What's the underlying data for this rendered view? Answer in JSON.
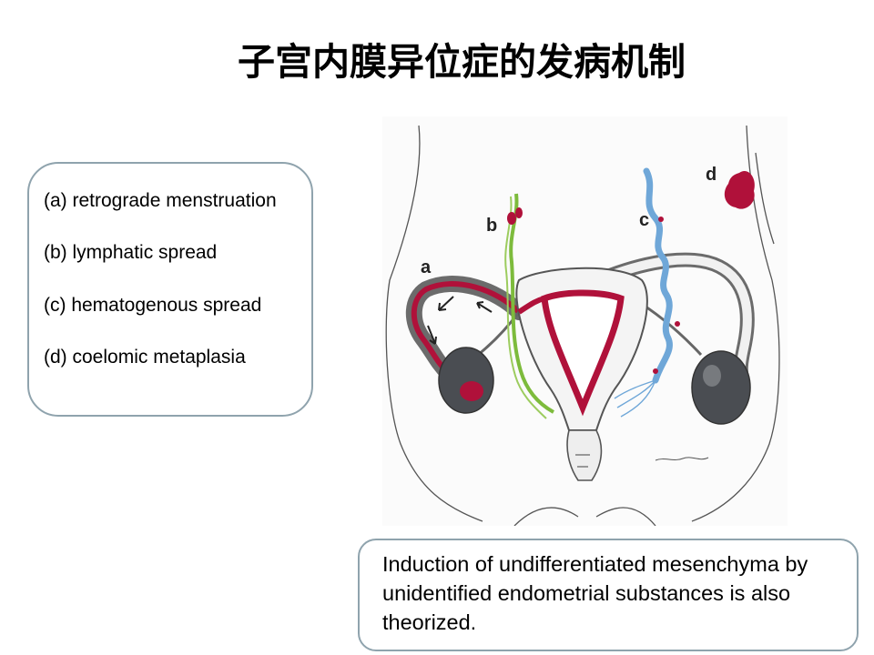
{
  "title": "子宫内膜异位症的发病机制",
  "mechanisms": [
    "(a) retrograde menstruation",
    "(b) lymphatic spread",
    "(c) hematogenous spread",
    "(d) coelomic metaplasia"
  ],
  "figure": {
    "labels": [
      "a",
      "b",
      "c",
      "d"
    ]
  },
  "note": "Induction of undifferentiated mesenchyma by unidentified endometrial substances is also theorized.",
  "colors": {
    "endometrium": "#b0113a",
    "lymphatic": "#7dbb3c",
    "vessel": "#6fa7d8",
    "ovary": "#4a4d52",
    "box_border": "#8fa3ad"
  }
}
